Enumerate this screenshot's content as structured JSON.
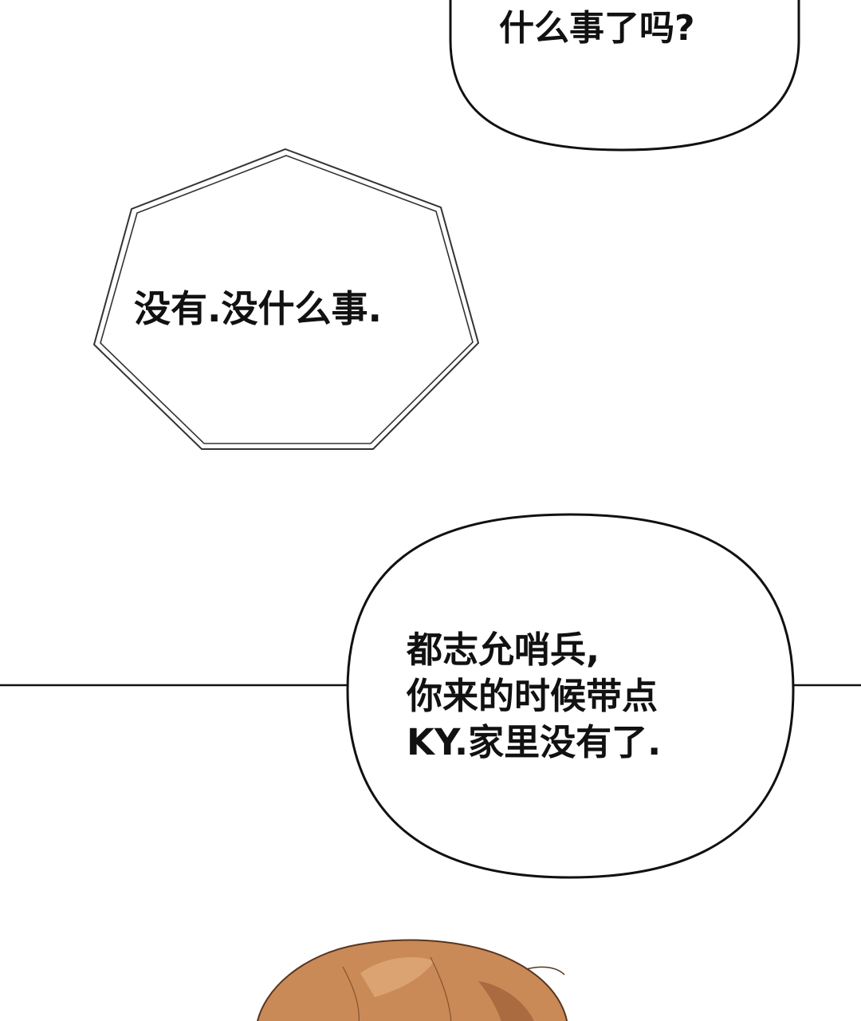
{
  "panel": {
    "bubble_top_text": "什么事了吗?",
    "bubble_middle_text": "没有.没什么事.",
    "bubble_bottom_lines": [
      "都志允哨兵,",
      "你来的时候带点",
      "KY.家里没有了."
    ]
  },
  "colors": {
    "background": "#ffffff",
    "ink": "#111111",
    "hair": "#c98a57",
    "hair_shadow": "#a96b3f"
  }
}
